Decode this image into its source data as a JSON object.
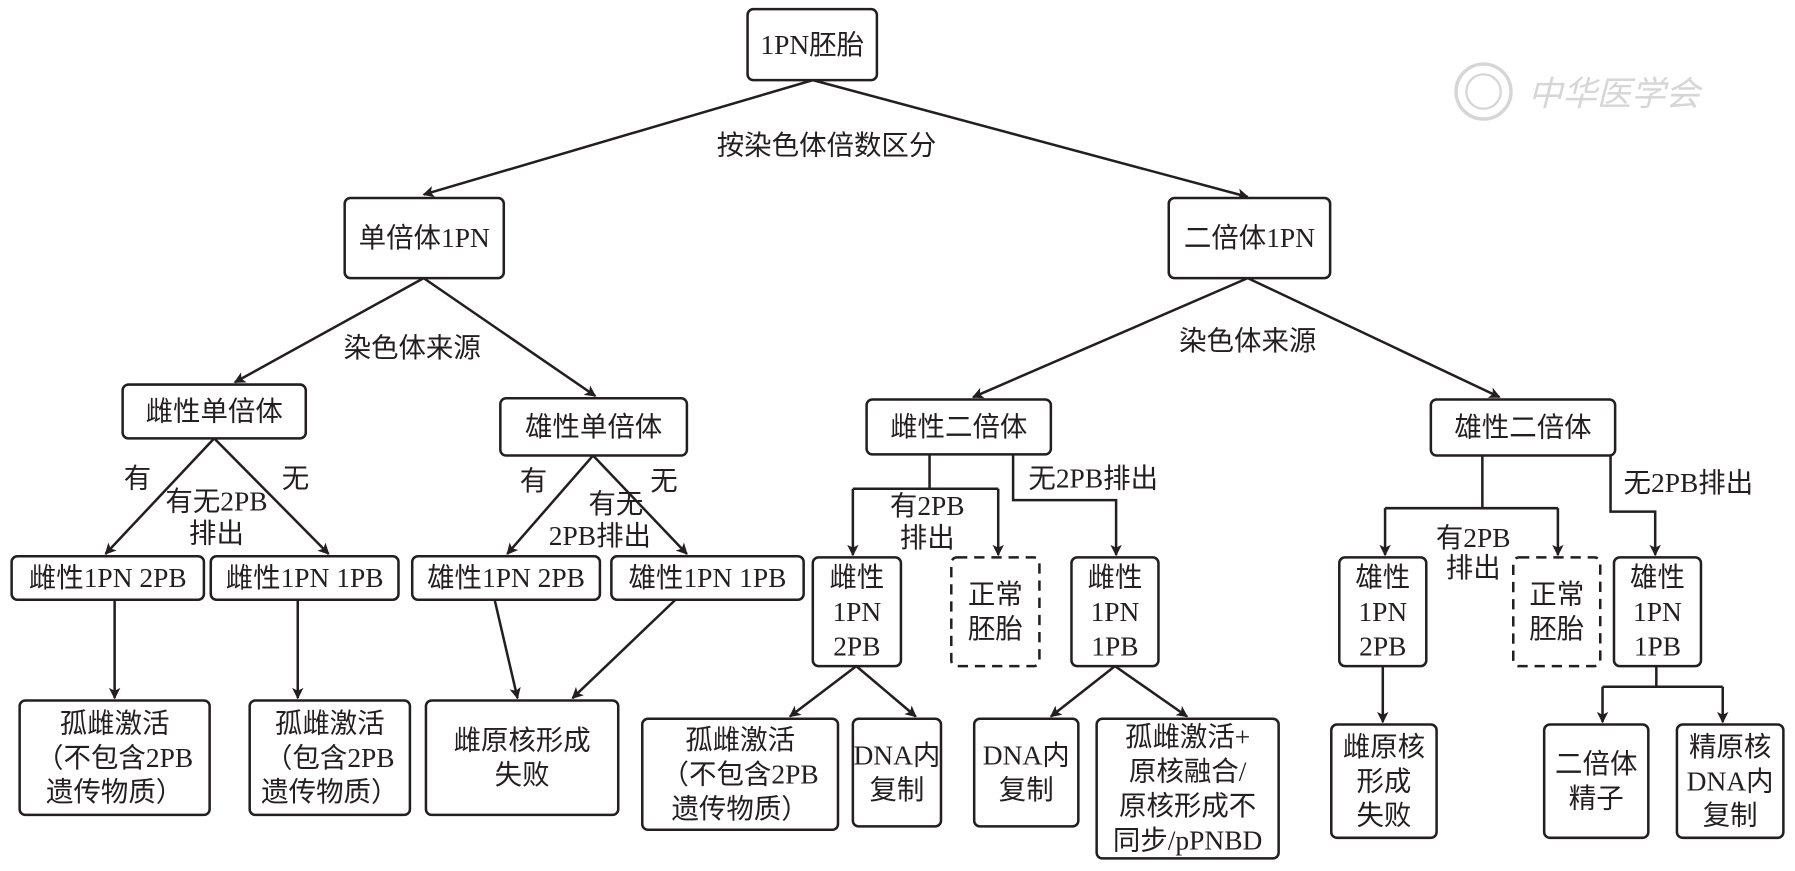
{
  "watermark": {
    "text": "中华医学会",
    "color": "#d6d6d6"
  },
  "nodes": [
    {
      "id": "root",
      "lines": [
        "1PN胚胎"
      ]
    },
    {
      "id": "haploid",
      "lines": [
        "单倍体1PN"
      ]
    },
    {
      "id": "diploid",
      "lines": [
        "二倍体1PN"
      ]
    },
    {
      "id": "f_hap",
      "lines": [
        "雌性单倍体"
      ]
    },
    {
      "id": "m_hap",
      "lines": [
        "雄性单倍体"
      ]
    },
    {
      "id": "f_dip",
      "lines": [
        "雌性二倍体"
      ]
    },
    {
      "id": "m_dip",
      "lines": [
        "雄性二倍体"
      ]
    },
    {
      "id": "f1",
      "lines": [
        "雌性1PN 2PB"
      ]
    },
    {
      "id": "f2",
      "lines": [
        "雌性1PN 1PB"
      ]
    },
    {
      "id": "m1",
      "lines": [
        "雄性1PN 2PB"
      ]
    },
    {
      "id": "m2",
      "lines": [
        "雄性1PN 1PB"
      ]
    },
    {
      "id": "r1",
      "lines": [
        "孤雌激活",
        "（不包含2PB",
        "遗传物质）"
      ]
    },
    {
      "id": "r2",
      "lines": [
        "孤雌激活",
        "（包含2PB",
        "遗传物质）"
      ]
    },
    {
      "id": "r3",
      "lines": [
        "雌原核形成",
        "失败"
      ]
    },
    {
      "id": "fd1",
      "lines": [
        "雌性",
        "1PN",
        "2PB"
      ]
    },
    {
      "id": "fd_norm",
      "lines": [
        "正常",
        "胚胎"
      ],
      "dashed": true
    },
    {
      "id": "fd2",
      "lines": [
        "雌性",
        "1PN",
        "1PB"
      ]
    },
    {
      "id": "r4",
      "lines": [
        "孤雌激活",
        "（不包含2PB",
        "遗传物质）"
      ]
    },
    {
      "id": "r5",
      "lines": [
        "DNA内",
        "复制"
      ]
    },
    {
      "id": "r6",
      "lines": [
        "DNA内",
        "复制"
      ]
    },
    {
      "id": "r7",
      "lines": [
        "孤雌激活+",
        "原核融合/",
        "原核形成不",
        "同步/pPNBD"
      ]
    },
    {
      "id": "md1",
      "lines": [
        "雄性",
        "1PN",
        "2PB"
      ]
    },
    {
      "id": "md_norm",
      "lines": [
        "正常",
        "胚胎"
      ],
      "dashed": true
    },
    {
      "id": "md2",
      "lines": [
        "雄性",
        "1PN",
        "1PB"
      ]
    },
    {
      "id": "r8",
      "lines": [
        "雌原核",
        "形成",
        "失败"
      ]
    },
    {
      "id": "r9",
      "lines": [
        "二倍体",
        "精子"
      ]
    },
    {
      "id": "r10",
      "lines": [
        "精原核",
        "DNA内",
        "复制"
      ]
    }
  ],
  "labels": [
    {
      "id": "l_ploidy",
      "text": "按染色体倍数区分"
    },
    {
      "id": "l_src1",
      "text": "染色体来源"
    },
    {
      "id": "l_src2",
      "text": "染色体来源"
    },
    {
      "id": "l_yes1",
      "text": "有"
    },
    {
      "id": "l_no1",
      "text": "无"
    },
    {
      "id": "l_q1a",
      "text": "有无2PB"
    },
    {
      "id": "l_q1b",
      "text": "排出"
    },
    {
      "id": "l_yes2",
      "text": "有"
    },
    {
      "id": "l_no2",
      "text": "无"
    },
    {
      "id": "l_q2a",
      "text": "有无"
    },
    {
      "id": "l_q2b",
      "text": "2PB排出"
    },
    {
      "id": "l_fd_yes_a",
      "text": "有2PB"
    },
    {
      "id": "l_fd_yes_b",
      "text": "排出"
    },
    {
      "id": "l_fd_no",
      "text": "无2PB排出"
    },
    {
      "id": "l_md_yes_a",
      "text": "有2PB"
    },
    {
      "id": "l_md_yes_b",
      "text": "排出"
    },
    {
      "id": "l_md_no",
      "text": "无2PB排出"
    }
  ]
}
